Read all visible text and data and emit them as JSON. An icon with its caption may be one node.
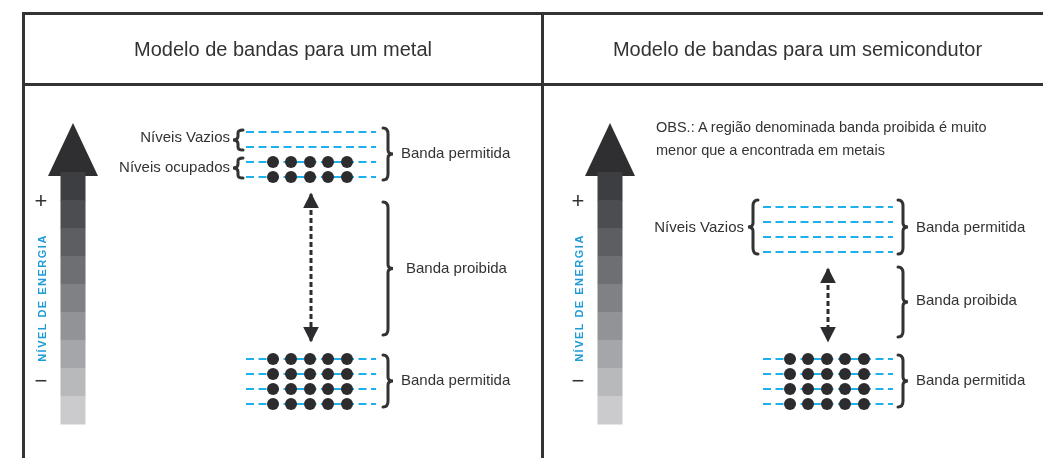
{
  "diagram": {
    "nodes": [
      {
        "text": [
          "Modelo de bandas para um metal"
        ]
      },
      {
        "text": [
          "Modelo de bandas para um semicondutor"
        ]
      },
      {
        "text": [],
        "shape": "bar",
        "in": 0
      },
      {
        "text": [],
        "shape": "bar",
        "in": 0
      },
      {
        "text": [],
        "shape": "bar",
        "in": 1
      },
      {
        "text": [],
        "shape": "bar",
        "in": 1
      }
    ],
    "edges": [
      {
        "from": 2,
        "to": 3,
        "arrow": "both",
        "style": "dashed"
      },
      {
        "from": 4,
        "to": 5,
        "arrow": "both",
        "style": "dashed"
      }
    ],
    "labels": [
      "NÍVEL DE ENERGIA",
      "+",
      "−",
      "Níveis Vazios",
      "Níveis ocupados",
      "Banda permitida",
      "Banda proibida",
      "Banda permitida",
      "OBS.: A região denominada banda proibida é muito menor que a encontrada em metais",
      "NÍVEL DE ENERGIA",
      "+",
      "−",
      "Níveis Vazios",
      "Banda permitida",
      "Banda proibida",
      "Banda permitida"
    ]
  }
}
